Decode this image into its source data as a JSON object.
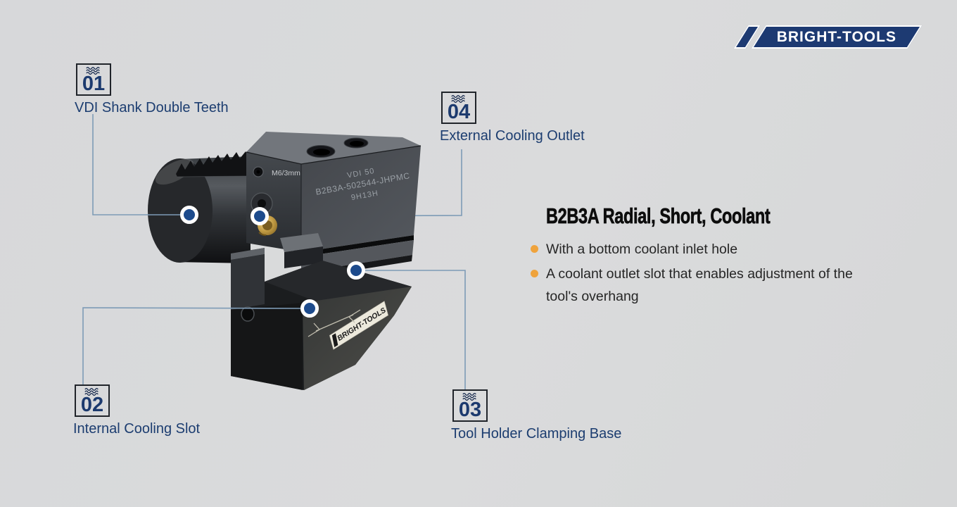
{
  "brand": {
    "logo_text": "BRIGHT-TOOLS"
  },
  "product": {
    "title": "B2B3A Radial, Short, Coolant",
    "bullets": [
      {
        "lines": [
          "With a bottom coolant inlet hole"
        ]
      },
      {
        "lines": [
          "A coolant outlet slot that enables adjustment of the",
          "tool's overhang"
        ]
      }
    ]
  },
  "callouts": [
    {
      "number": "01",
      "label": "VDI Shank Double Teeth"
    },
    {
      "number": "02",
      "label": "Internal Cooling Slot"
    },
    {
      "number": "03",
      "label": "Tool Holder Clamping Base"
    },
    {
      "number": "04",
      "label": "External Cooling Outlet"
    }
  ],
  "tool": {
    "engraving": {
      "line1": "VDI 50",
      "line2": "B2B3A-502544-JHPMC",
      "line3": "9H13H"
    },
    "port_label": "M6/3mm",
    "sticker_text": "BRIGHT-TOOLS"
  },
  "colors": {
    "background": "#d9dadb",
    "navy_text": "#1c3a6e",
    "logo_navy": "#1d3a72",
    "connector_line": "#7d9bb6",
    "marker_blue": "#1d4b8c",
    "bullet_orange": "#efa33c"
  }
}
